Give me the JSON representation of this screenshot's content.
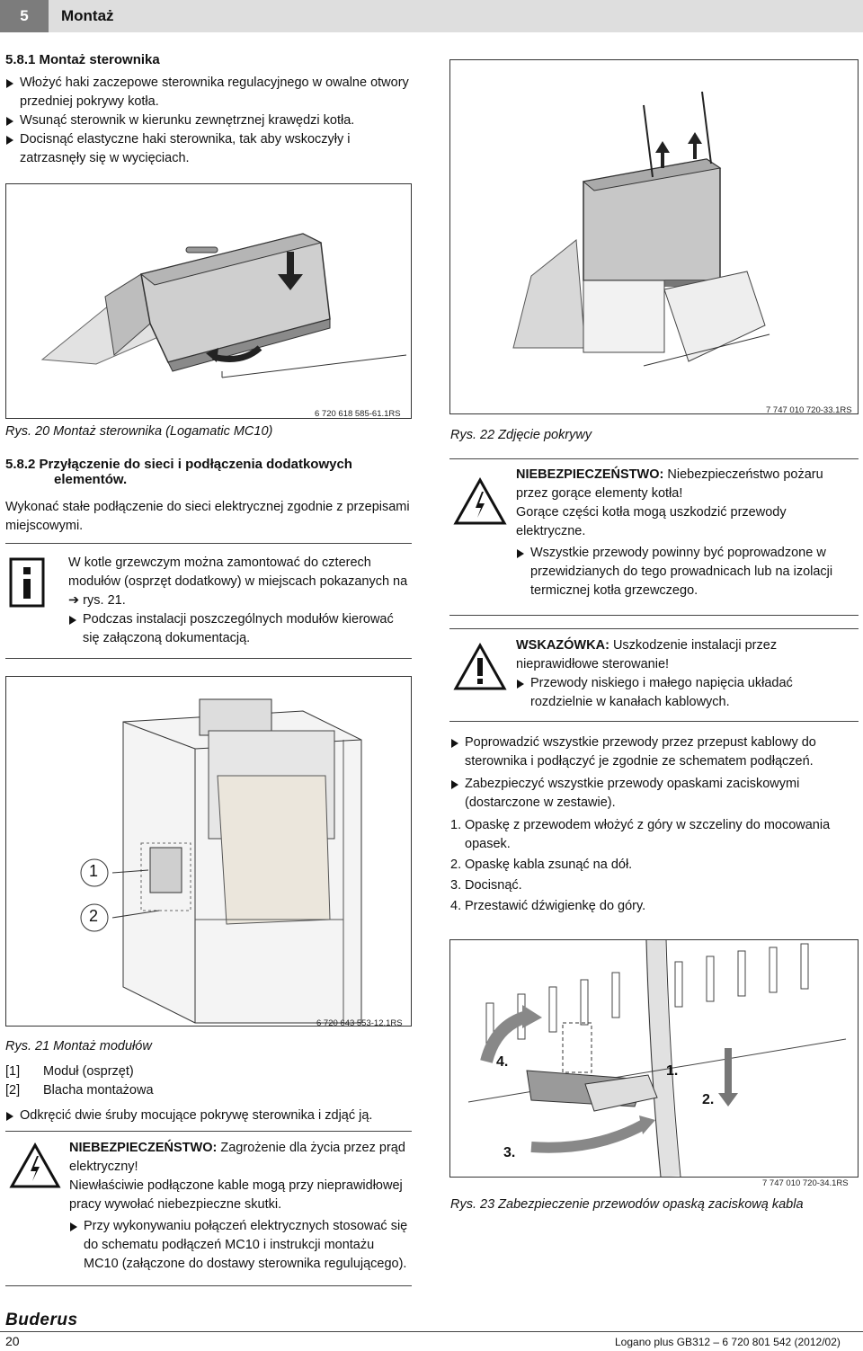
{
  "header": {
    "chapter_num": "5",
    "chapter_title": "Montaż"
  },
  "s581": {
    "heading": "5.8.1   Montaż sterownika",
    "bullets": [
      "Włożyć haki zaczepowe sterownika regulacyjnego w owalne otwory przedniej pokrywy kotła.",
      "Wsunąć sterownik w kierunku zewnętrznej krawędzi kotła.",
      "Docisnąć elastyczne haki sterownika, tak aby wskoczyły i zatrzasnęły się w wycięciach."
    ]
  },
  "fig20": {
    "ref": "6 720 618 585-61.1RS",
    "caption": "Rys. 20   Montaż sterownika (Logamatic MC10)"
  },
  "fig22": {
    "ref": "7 747 010 720-33.1RS",
    "caption": "Rys. 22   Zdjęcie pokrywy"
  },
  "s582": {
    "heading_line1": "5.8.2   Przyłączenie do sieci i podłączenia dodatkowych",
    "heading_line2": "elementów.",
    "intro": "Wykonać stałe podłączenie do sieci elektrycznej zgodnie z przepisami miejscowymi."
  },
  "info": {
    "text": "W kotle grzewczym można zamontować do czterech modułów (osprzęt dodatkowy) w miejscach pokazanych na ➔ rys. 21.",
    "bullet": "Podczas instalacji poszczególnych modułów kierować się załączoną dokumentacją."
  },
  "fig21": {
    "ref": "6 720 643 553-12.1RS",
    "caption": "Rys. 21   Montaż modułów",
    "callout1": "1",
    "callout2": "2",
    "legend": [
      {
        "key": "[1]",
        "text": "Moduł (osprzęt)"
      },
      {
        "key": "[2]",
        "text": "Blacha montażowa"
      }
    ],
    "bullet": "Odkręcić dwie śruby mocujące pokrywę sterownika i zdjąć ją."
  },
  "danger_left": {
    "label": "NIEBEZPIECZEŃSTWO:",
    "title": "Zagrożenie dla życia przez prąd elektryczny!",
    "text": "Niewłaściwie podłączone kable mogą przy nieprawidłowej pracy wywołać niebezpieczne skutki.",
    "bullet": "Przy wykonywaniu połączeń elektrycznych stosować się do schematu podłączeń MC10 i instrukcji montażu MC10 (załączone do dostawy sterownika regulującego)."
  },
  "danger_right": {
    "label": "NIEBEZPIECZEŃSTWO:",
    "title": "Niebezpieczeństwo pożaru przez gorące elementy kotła!",
    "text": "Gorące części kotła mogą uszkodzić przewody elektryczne.",
    "bullet": "Wszystkie przewody powinny być poprowadzone w przewidzianych do tego prowadnicach lub na izolacji termicznej kotła grzewczego."
  },
  "notice": {
    "label": "WSKAZÓWKA:",
    "title": "Uszkodzenie instalacji przez nieprawidłowe sterowanie!",
    "bullet": "Przewody niskiego i małego napięcia układać rozdzielnie w kanałach kablowych."
  },
  "right_steps": {
    "bullets": [
      "Poprowadzić wszystkie przewody przez przepust kablowy do sterownika i podłączyć je zgodnie ze schematem podłączeń.",
      "Zabezpieczyć wszystkie przewody opaskami zaciskowymi (dostarczone w zestawie)."
    ],
    "numbered": [
      {
        "n": "1.",
        "text": "Opaskę z przewodem włożyć z góry w szczeliny do mocowania opasek."
      },
      {
        "n": "2.",
        "text": "Opaskę kabla zsunąć na dół."
      },
      {
        "n": "3.",
        "text": "Docisnąć."
      },
      {
        "n": "4.",
        "text": "Przestawić dźwigienkę do góry."
      }
    ]
  },
  "fig23": {
    "ref": "7 747 010 720-34.1RS",
    "caption": "Rys. 23   Zabezpieczenie przewodów opaską zaciskową kabla",
    "step1": "1.",
    "step2": "2.",
    "step3": "3.",
    "step4": "4."
  },
  "footer": {
    "brand": "Buderus",
    "page": "20",
    "doc": "Logano plus GB312 – 6 720 801 542 (2012/02)"
  }
}
